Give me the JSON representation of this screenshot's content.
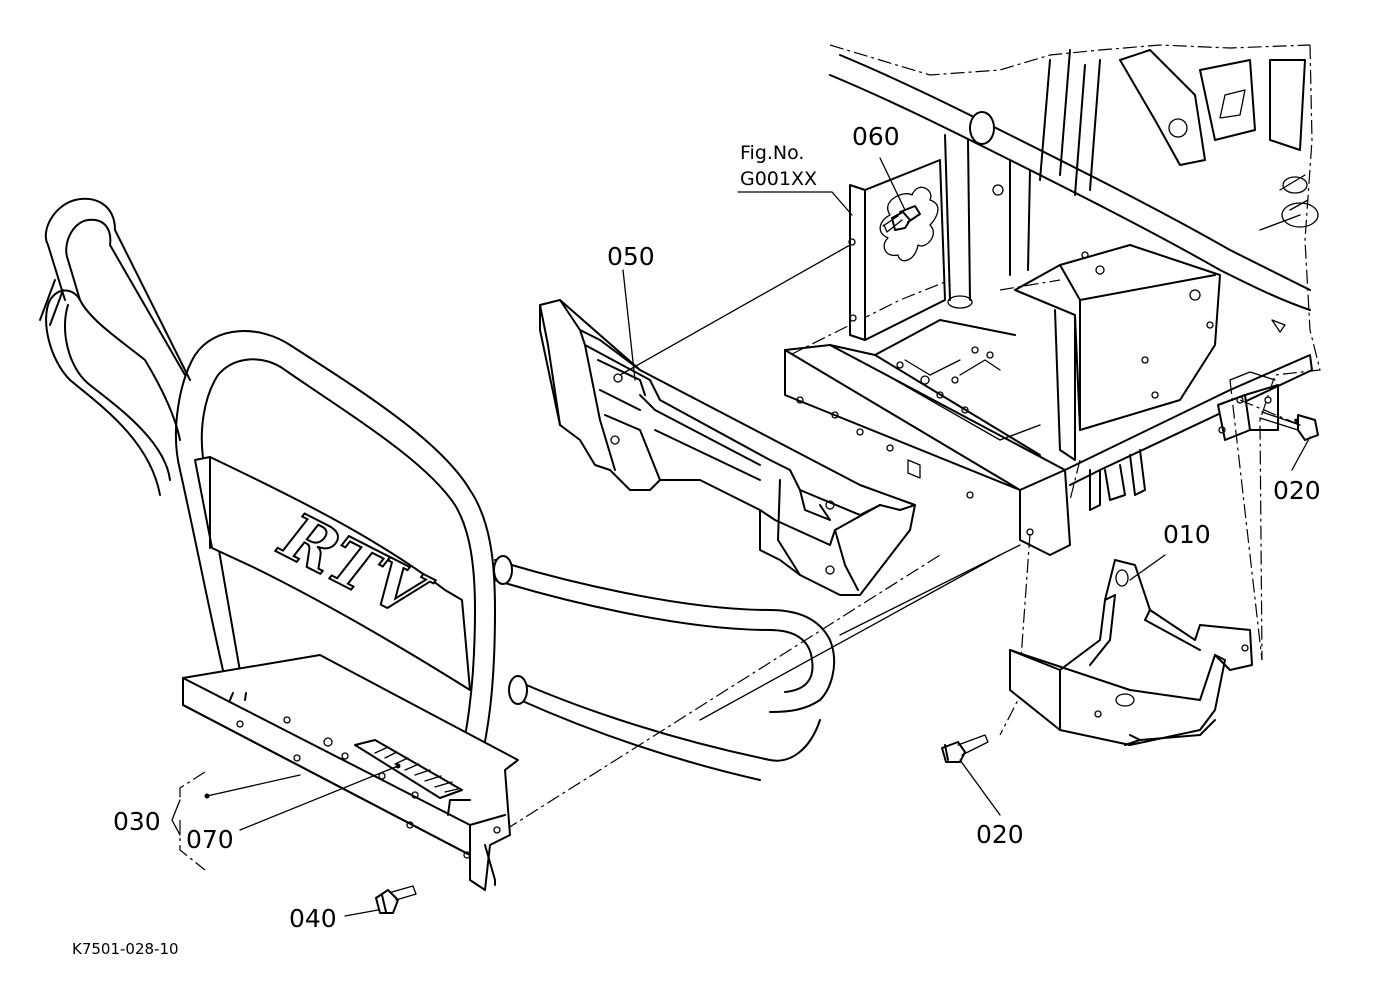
{
  "diagram": {
    "fig_ref_line1": "Fig.No.",
    "fig_ref_line2": "G001XX",
    "drawing_code": "K7501-028-10",
    "logo_text": "RTV",
    "callouts": {
      "c010": "010",
      "c020_right": "020",
      "c020_bottom": "020",
      "c030": "030",
      "c040": "040",
      "c050": "050",
      "c060": "060",
      "c070": "070"
    }
  }
}
